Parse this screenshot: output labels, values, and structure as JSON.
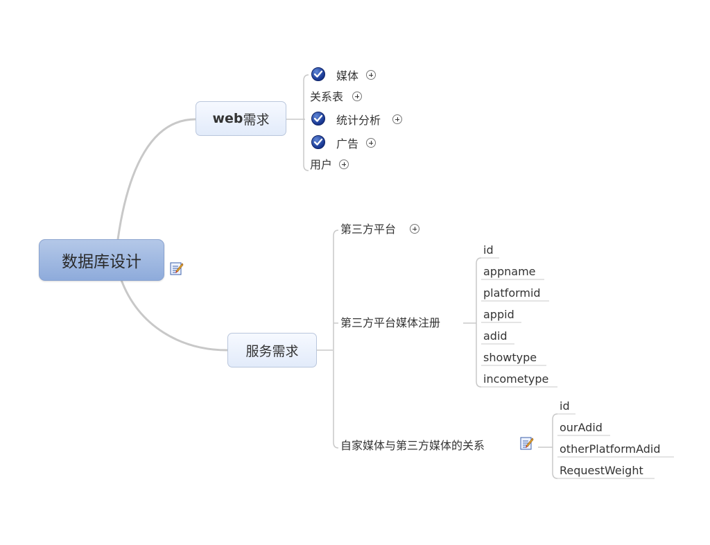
{
  "central": {
    "label": "数据库设计"
  },
  "web": {
    "prefix": "web",
    "suffix": "需求",
    "children": [
      "媒体",
      "关系表",
      "统计分析",
      "广告",
      "用户"
    ]
  },
  "service": {
    "label": "服务需求",
    "children": [
      "第三方平台",
      "第三方平台媒体注册",
      "自家媒体与第三方媒体的关系"
    ]
  },
  "register_fields": [
    "id",
    "appname",
    "platformid",
    "appid",
    "adid",
    "showtype",
    "incometype"
  ],
  "relation_fields": [
    "id",
    "ourAdid",
    "otherPlatformAdid",
    "RequestWeight"
  ],
  "colors": {
    "central_fill": "#9db6e0",
    "connector": "#c8c8c8",
    "check": "#1a3a95"
  },
  "icons": [
    "checkmark-icon",
    "expand-plus-icon",
    "note-icon"
  ]
}
